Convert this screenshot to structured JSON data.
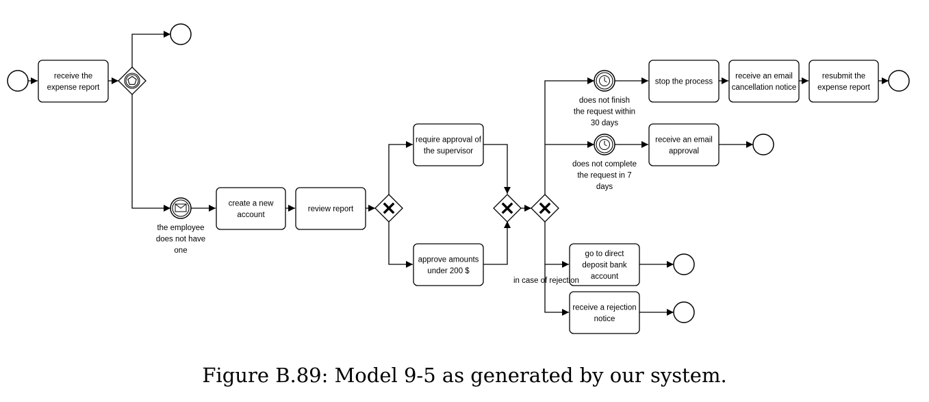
{
  "tasks": {
    "t1": [
      "receive the",
      "expense report"
    ],
    "t2": [
      "create a new",
      "account"
    ],
    "t3": [
      "review report"
    ],
    "t4": [
      "require approval of",
      "the supervisor"
    ],
    "t5": [
      "approve amounts",
      "under 200 $"
    ],
    "t6": [
      "stop the process"
    ],
    "t7": [
      "receive an email",
      "cancellation notice"
    ],
    "t8": [
      "resubmit the",
      "expense report"
    ],
    "t9": [
      "receive an email",
      "approval"
    ],
    "t10": [
      "go to direct",
      "deposit bank",
      "account"
    ],
    "t11": [
      "receive a rejection",
      "notice"
    ]
  },
  "event_labels": {
    "msg": [
      "the employee",
      "does not have",
      "one"
    ],
    "timer1": [
      "does not finish",
      "the request within",
      "30 days"
    ],
    "timer2": [
      "does not complete",
      "the request in 7",
      "days"
    ]
  },
  "flow_labels": {
    "rejection": "in case of rejection"
  },
  "caption": "Figure B.89: Model 9-5 as generated by our system."
}
